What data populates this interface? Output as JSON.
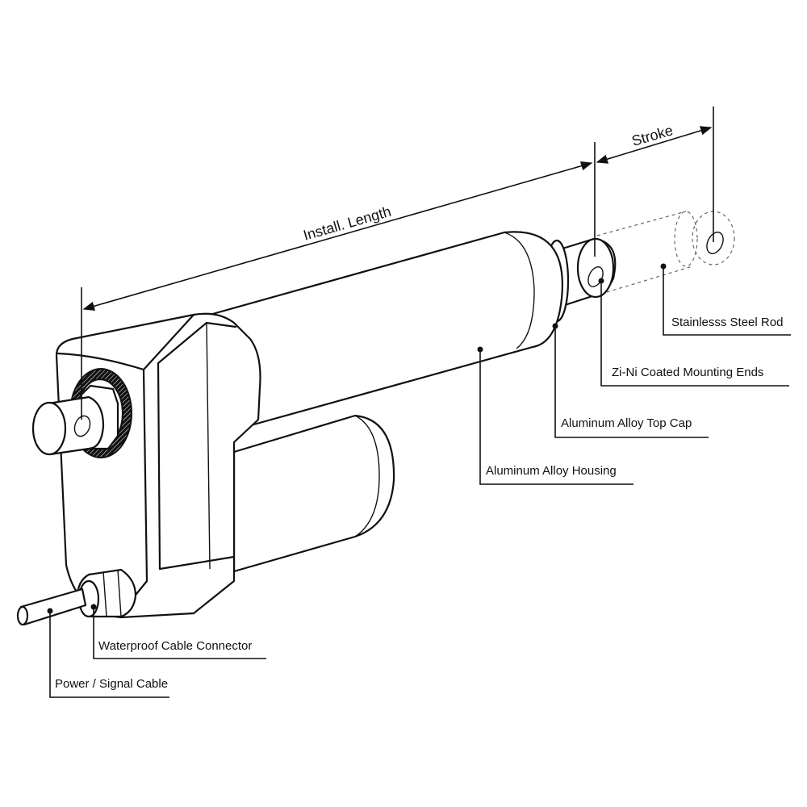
{
  "dimensions": {
    "install_length": "Install. Length",
    "stroke": "Stroke"
  },
  "callouts": {
    "rod": "Stainlesss Steel Rod",
    "mounting_ends": "Zi-Ni Coated Mounting Ends",
    "top_cap": "Aluminum Alloy Top Cap",
    "housing": "Aluminum Alloy Housing",
    "cable_connector": "Waterproof Cable Connector",
    "cable": "Power / Signal Cable"
  },
  "colors": {
    "line": "#111111",
    "background": "#ffffff"
  }
}
